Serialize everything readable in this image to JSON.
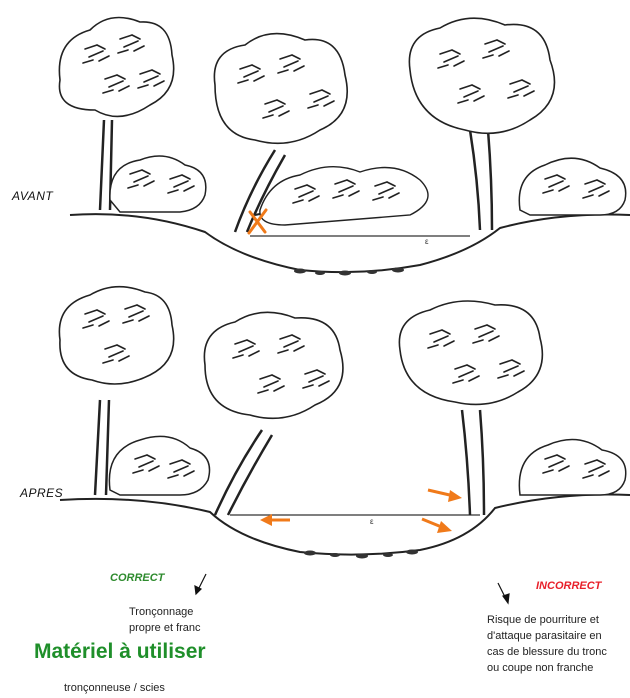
{
  "labels": {
    "before": "AVANT",
    "after": "APRES"
  },
  "correct": {
    "title": "CORRECT",
    "line1": "Tronçonnage",
    "line2": "propre et franc"
  },
  "incorrect": {
    "title": "INCORRECT",
    "lines": [
      "Risque de pourriture et",
      "d'attaque parasitaire en",
      "cas de blessure du tronc",
      "ou coupe non franche"
    ]
  },
  "equipment": {
    "title": "Matériel à utiliser",
    "tools": "tronçonneuse / scies"
  },
  "colors": {
    "correct": "#2e8b2e",
    "incorrect": "#e8202a",
    "equipment_title": "#1f8f2a",
    "markers": "#f07a1a"
  }
}
